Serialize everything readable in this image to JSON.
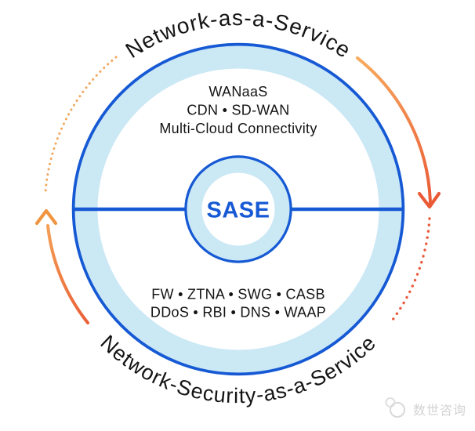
{
  "diagram": {
    "center_label": "SASE",
    "outer_labels": {
      "top": "Network-as-a-Service",
      "bottom": "Network-Security-as-a-Service"
    },
    "naas_items": [
      "WANaaS",
      "CDN • SD-WAN",
      "Multi-Cloud Connectivity"
    ],
    "nsaas_items": [
      "FW • ZTNA • SWG • CASB",
      "DDoS • RBI • DNS • WAAP"
    ],
    "colors": {
      "ring_blue": "#1659d4",
      "ring_light_blue": "#cbe8f5",
      "arrow_orange": "#f5a055",
      "arrow_red_orange": "#ea5a36",
      "dot_orange": "#f2a65c",
      "dot_red_orange": "#e95a3d",
      "text_dark": "#141414",
      "watermark_gray": "#d3d3d3"
    }
  },
  "watermark": {
    "label": "数世咨询"
  }
}
